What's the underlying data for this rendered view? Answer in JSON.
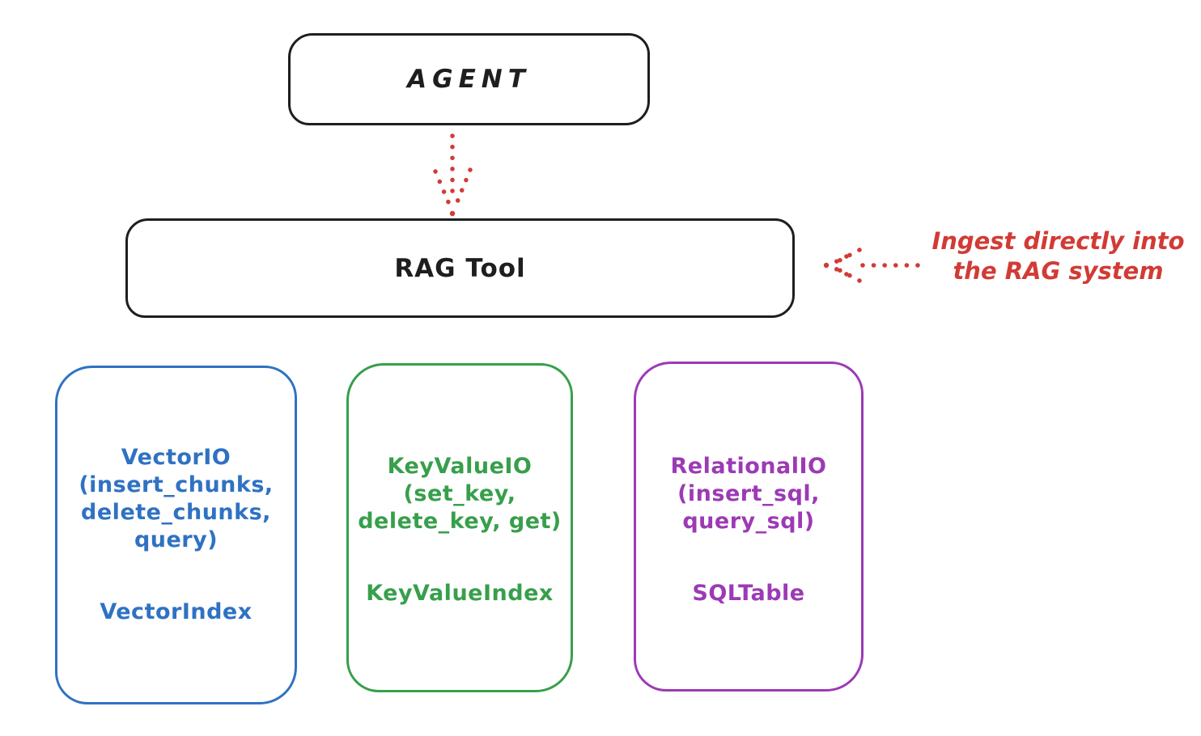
{
  "colors": {
    "ink": "#1e1e1e",
    "red": "#d23b35",
    "blue": "#2f72c2",
    "green": "#379f4b",
    "purple": "#9c3ab5",
    "background": "#ffffff"
  },
  "nodes": {
    "agent": {
      "label": "AGENT"
    },
    "rag_tool": {
      "label": "RAG Tool"
    },
    "vector_io": {
      "lines": [
        "VectorIO",
        "(insert_chunks,",
        "delete_chunks,",
        "query)"
      ],
      "footer": "VectorIndex",
      "color": "#2f72c2"
    },
    "key_value_io": {
      "lines": [
        "KeyValueIO",
        "(set_key,",
        "delete_key, get)"
      ],
      "footer": "KeyValueIndex",
      "color": "#379f4b"
    },
    "relational_io": {
      "lines": [
        "RelationalIO",
        "(insert_sql,",
        "query_sql)"
      ],
      "footer": "SQLTable",
      "color": "#9c3ab5"
    }
  },
  "annotation": {
    "lines": [
      "Ingest directly into",
      "the RAG system"
    ],
    "color": "#d23b35"
  },
  "arrows": [
    {
      "name": "agent-to-rag-tool",
      "style": "dotted",
      "color": "#d23b35",
      "direction": "down"
    },
    {
      "name": "annotation-to-rag-tool",
      "style": "dotted",
      "color": "#d23b35",
      "direction": "left"
    }
  ]
}
